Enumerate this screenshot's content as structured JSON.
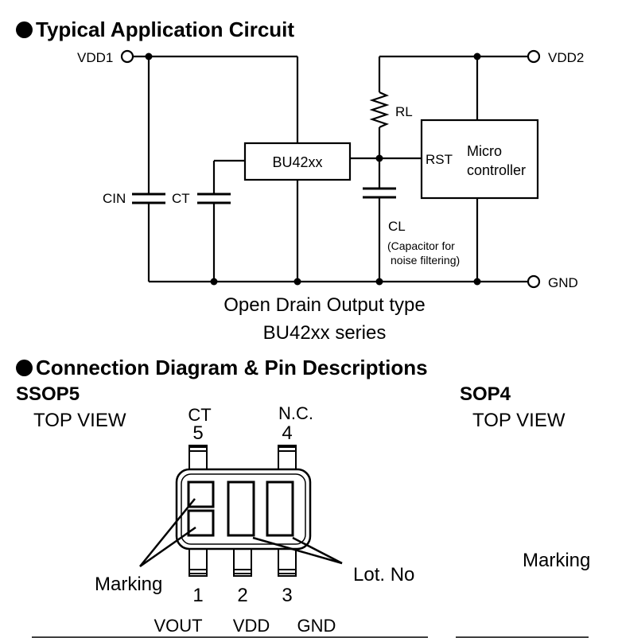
{
  "section1": {
    "title": "Typical Application Circuit",
    "labels": {
      "vdd1": "VDD1",
      "vdd2": "VDD2",
      "gnd": "GND",
      "rl": "RL",
      "rst": "RST",
      "cin": "CIN",
      "ct": "CT",
      "cl": "CL",
      "cl_note_1": "(Capacitor for",
      "cl_note_2": "noise filtering)",
      "ic": "BU42xx",
      "mcu_1": "Micro",
      "mcu_2": "controller"
    },
    "caption_1": "Open Drain Output type",
    "caption_2": "BU42xx series"
  },
  "section2": {
    "title": "Connection Diagram & Pin Descriptions",
    "ssop5": {
      "package": "SSOP5",
      "view": "TOP VIEW",
      "top_pins": [
        {
          "num": "5",
          "name": "CT"
        },
        {
          "num": "4",
          "name": "N.C."
        }
      ],
      "bottom_pins": [
        {
          "num": "1",
          "name": "VOUT"
        },
        {
          "num": "2",
          "name": "VDD"
        },
        {
          "num": "3",
          "name": "GND"
        }
      ],
      "marking": "Marking",
      "lot": "Lot. No"
    },
    "sop4": {
      "package": "SOP4",
      "view": "TOP VIEW",
      "marking": "Marking"
    }
  }
}
